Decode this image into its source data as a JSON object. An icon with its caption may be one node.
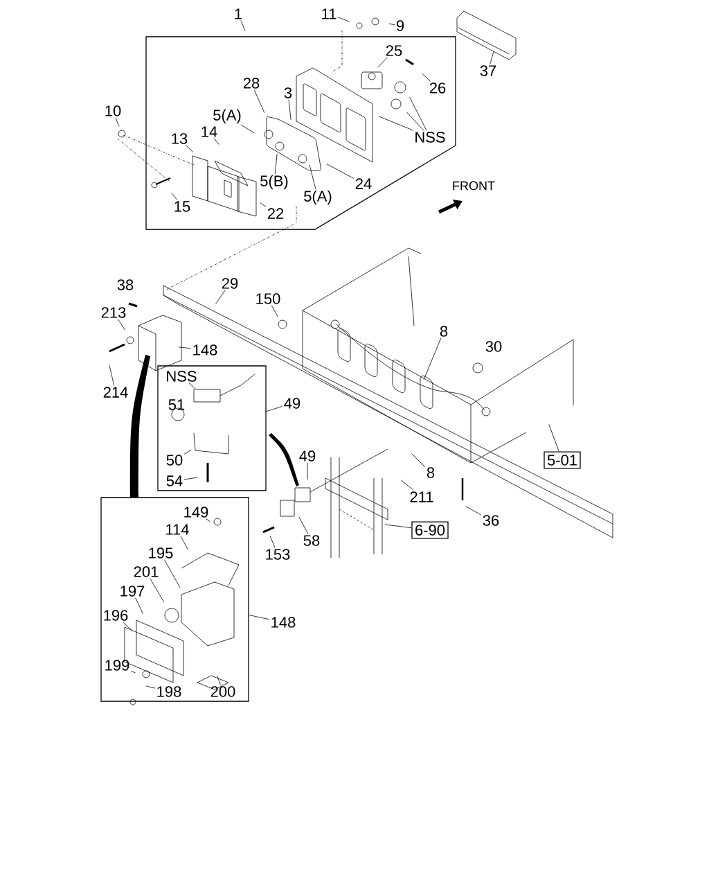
{
  "diagram": {
    "nodes": [
      {
        "text": [
          "1"
        ]
      },
      {
        "text": [
          "11"
        ]
      },
      {
        "text": [
          "9"
        ]
      },
      {
        "text": [
          "37"
        ]
      },
      {
        "text": [
          "25"
        ]
      },
      {
        "text": [
          "26"
        ]
      },
      {
        "text": [
          "NSS"
        ]
      },
      {
        "text": [
          "28"
        ]
      },
      {
        "text": [
          "3"
        ]
      },
      {
        "text": [
          "5(A)"
        ]
      },
      {
        "text": [
          "10"
        ]
      },
      {
        "text": [
          "14"
        ]
      },
      {
        "text": [
          "13"
        ]
      },
      {
        "text": [
          "5(B)"
        ]
      },
      {
        "text": [
          "24"
        ]
      },
      {
        "text": [
          "5(A)"
        ]
      },
      {
        "text": [
          "15"
        ]
      },
      {
        "text": [
          "22"
        ]
      },
      {
        "text": [
          "38"
        ]
      },
      {
        "text": [
          "29"
        ]
      },
      {
        "text": [
          "150"
        ]
      },
      {
        "text": [
          "213"
        ]
      },
      {
        "text": [
          "148"
        ]
      },
      {
        "text": [
          "214"
        ]
      },
      {
        "text": [
          "8"
        ]
      },
      {
        "text": [
          "30"
        ]
      },
      {
        "text": [],
        "shape": "box"
      },
      {
        "text": [
          "NSS"
        ],
        "in": 26
      },
      {
        "text": [
          "51"
        ],
        "in": 26
      },
      {
        "text": [
          "50"
        ],
        "in": 26
      },
      {
        "text": [
          "54"
        ],
        "in": 26
      },
      {
        "text": [
          "49"
        ]
      },
      {
        "text": [
          "5-01"
        ]
      },
      {
        "text": [
          "49"
        ]
      },
      {
        "text": [
          "8"
        ]
      },
      {
        "text": [
          "211"
        ]
      },
      {
        "text": [
          "6-90"
        ]
      },
      {
        "text": [
          "36"
        ]
      },
      {
        "text": [
          "153"
        ]
      },
      {
        "text": [
          "58"
        ]
      },
      {
        "text": [],
        "shape": "box"
      },
      {
        "text": [
          "149"
        ],
        "in": 40
      },
      {
        "text": [
          "114"
        ],
        "in": 40
      },
      {
        "text": [
          "195"
        ],
        "in": 40
      },
      {
        "text": [
          "201"
        ],
        "in": 40
      },
      {
        "text": [
          "197"
        ],
        "in": 40
      },
      {
        "text": [
          "196"
        ],
        "in": 40
      },
      {
        "text": [
          "199"
        ],
        "in": 40
      },
      {
        "text": [
          "198"
        ],
        "in": 40
      },
      {
        "text": [
          "200"
        ],
        "in": 40
      },
      {
        "text": [
          "148"
        ]
      }
    ],
    "edges": [
      {
        "from": 0,
        "to": null,
        "arrow": "none"
      },
      {
        "from": 1,
        "to": null,
        "arrow": "none"
      },
      {
        "from": 2,
        "to": null,
        "arrow": "none"
      },
      {
        "from": 3,
        "to": null,
        "arrow": "none"
      },
      {
        "from": 4,
        "to": null,
        "arrow": "none"
      },
      {
        "from": 5,
        "to": null,
        "arrow": "none"
      },
      {
        "from": 6,
        "to": null,
        "arrow": "none"
      },
      {
        "from": 6,
        "to": null,
        "arrow": "none"
      },
      {
        "from": 6,
        "to": null,
        "arrow": "none"
      },
      {
        "from": 7,
        "to": null,
        "arrow": "none"
      },
      {
        "from": 8,
        "to": null,
        "arrow": "none"
      },
      {
        "from": 9,
        "to": null,
        "arrow": "none"
      },
      {
        "from": 10,
        "to": null,
        "arrow": "none"
      },
      {
        "from": 11,
        "to": null,
        "arrow": "none"
      },
      {
        "from": 12,
        "to": null,
        "arrow": "none"
      },
      {
        "from": 13,
        "to": null,
        "arrow": "none"
      },
      {
        "from": 14,
        "to": null,
        "arrow": "none"
      },
      {
        "from": 15,
        "to": null,
        "arrow": "none"
      },
      {
        "from": 16,
        "to": null,
        "arrow": "none"
      },
      {
        "from": 17,
        "to": null,
        "arrow": "none"
      },
      {
        "from": 19,
        "to": null,
        "arrow": "none"
      },
      {
        "from": 20,
        "to": null,
        "arrow": "none"
      },
      {
        "from": 21,
        "to": null,
        "arrow": "none"
      },
      {
        "from": 22,
        "to": null,
        "arrow": "none"
      },
      {
        "from": 23,
        "to": null,
        "arrow": "none"
      },
      {
        "from": 24,
        "to": null,
        "arrow": "none"
      },
      {
        "from": 27,
        "to": null,
        "arrow": "none"
      },
      {
        "from": 29,
        "to": null,
        "arrow": "none"
      },
      {
        "from": 30,
        "to": null,
        "arrow": "none"
      },
      {
        "from": 31,
        "to": 26,
        "arrow": "none"
      },
      {
        "from": 32,
        "to": null,
        "arrow": "none"
      },
      {
        "from": 33,
        "to": null,
        "arrow": "none"
      },
      {
        "from": 34,
        "to": null,
        "arrow": "none"
      },
      {
        "from": 35,
        "to": null,
        "arrow": "none"
      },
      {
        "from": 36,
        "to": null,
        "arrow": "none"
      },
      {
        "from": 37,
        "to": null,
        "arrow": "none"
      },
      {
        "from": 38,
        "to": null,
        "arrow": "none"
      },
      {
        "from": 39,
        "to": null,
        "arrow": "none"
      },
      {
        "from": 41,
        "to": null,
        "arrow": "none"
      },
      {
        "from": 42,
        "to": null,
        "arrow": "none"
      },
      {
        "from": 43,
        "to": null,
        "arrow": "none"
      },
      {
        "from": 44,
        "to": null,
        "arrow": "none"
      },
      {
        "from": 45,
        "to": null,
        "arrow": "none"
      },
      {
        "from": 46,
        "to": null,
        "arrow": "none"
      },
      {
        "from": 47,
        "to": null,
        "arrow": "none"
      },
      {
        "from": 48,
        "to": null,
        "arrow": "none"
      },
      {
        "from": 49,
        "to": null,
        "arrow": "none"
      },
      {
        "from": 50,
        "to": 40,
        "arrow": "none"
      }
    ],
    "labels": [
      "FRONT"
    ]
  }
}
